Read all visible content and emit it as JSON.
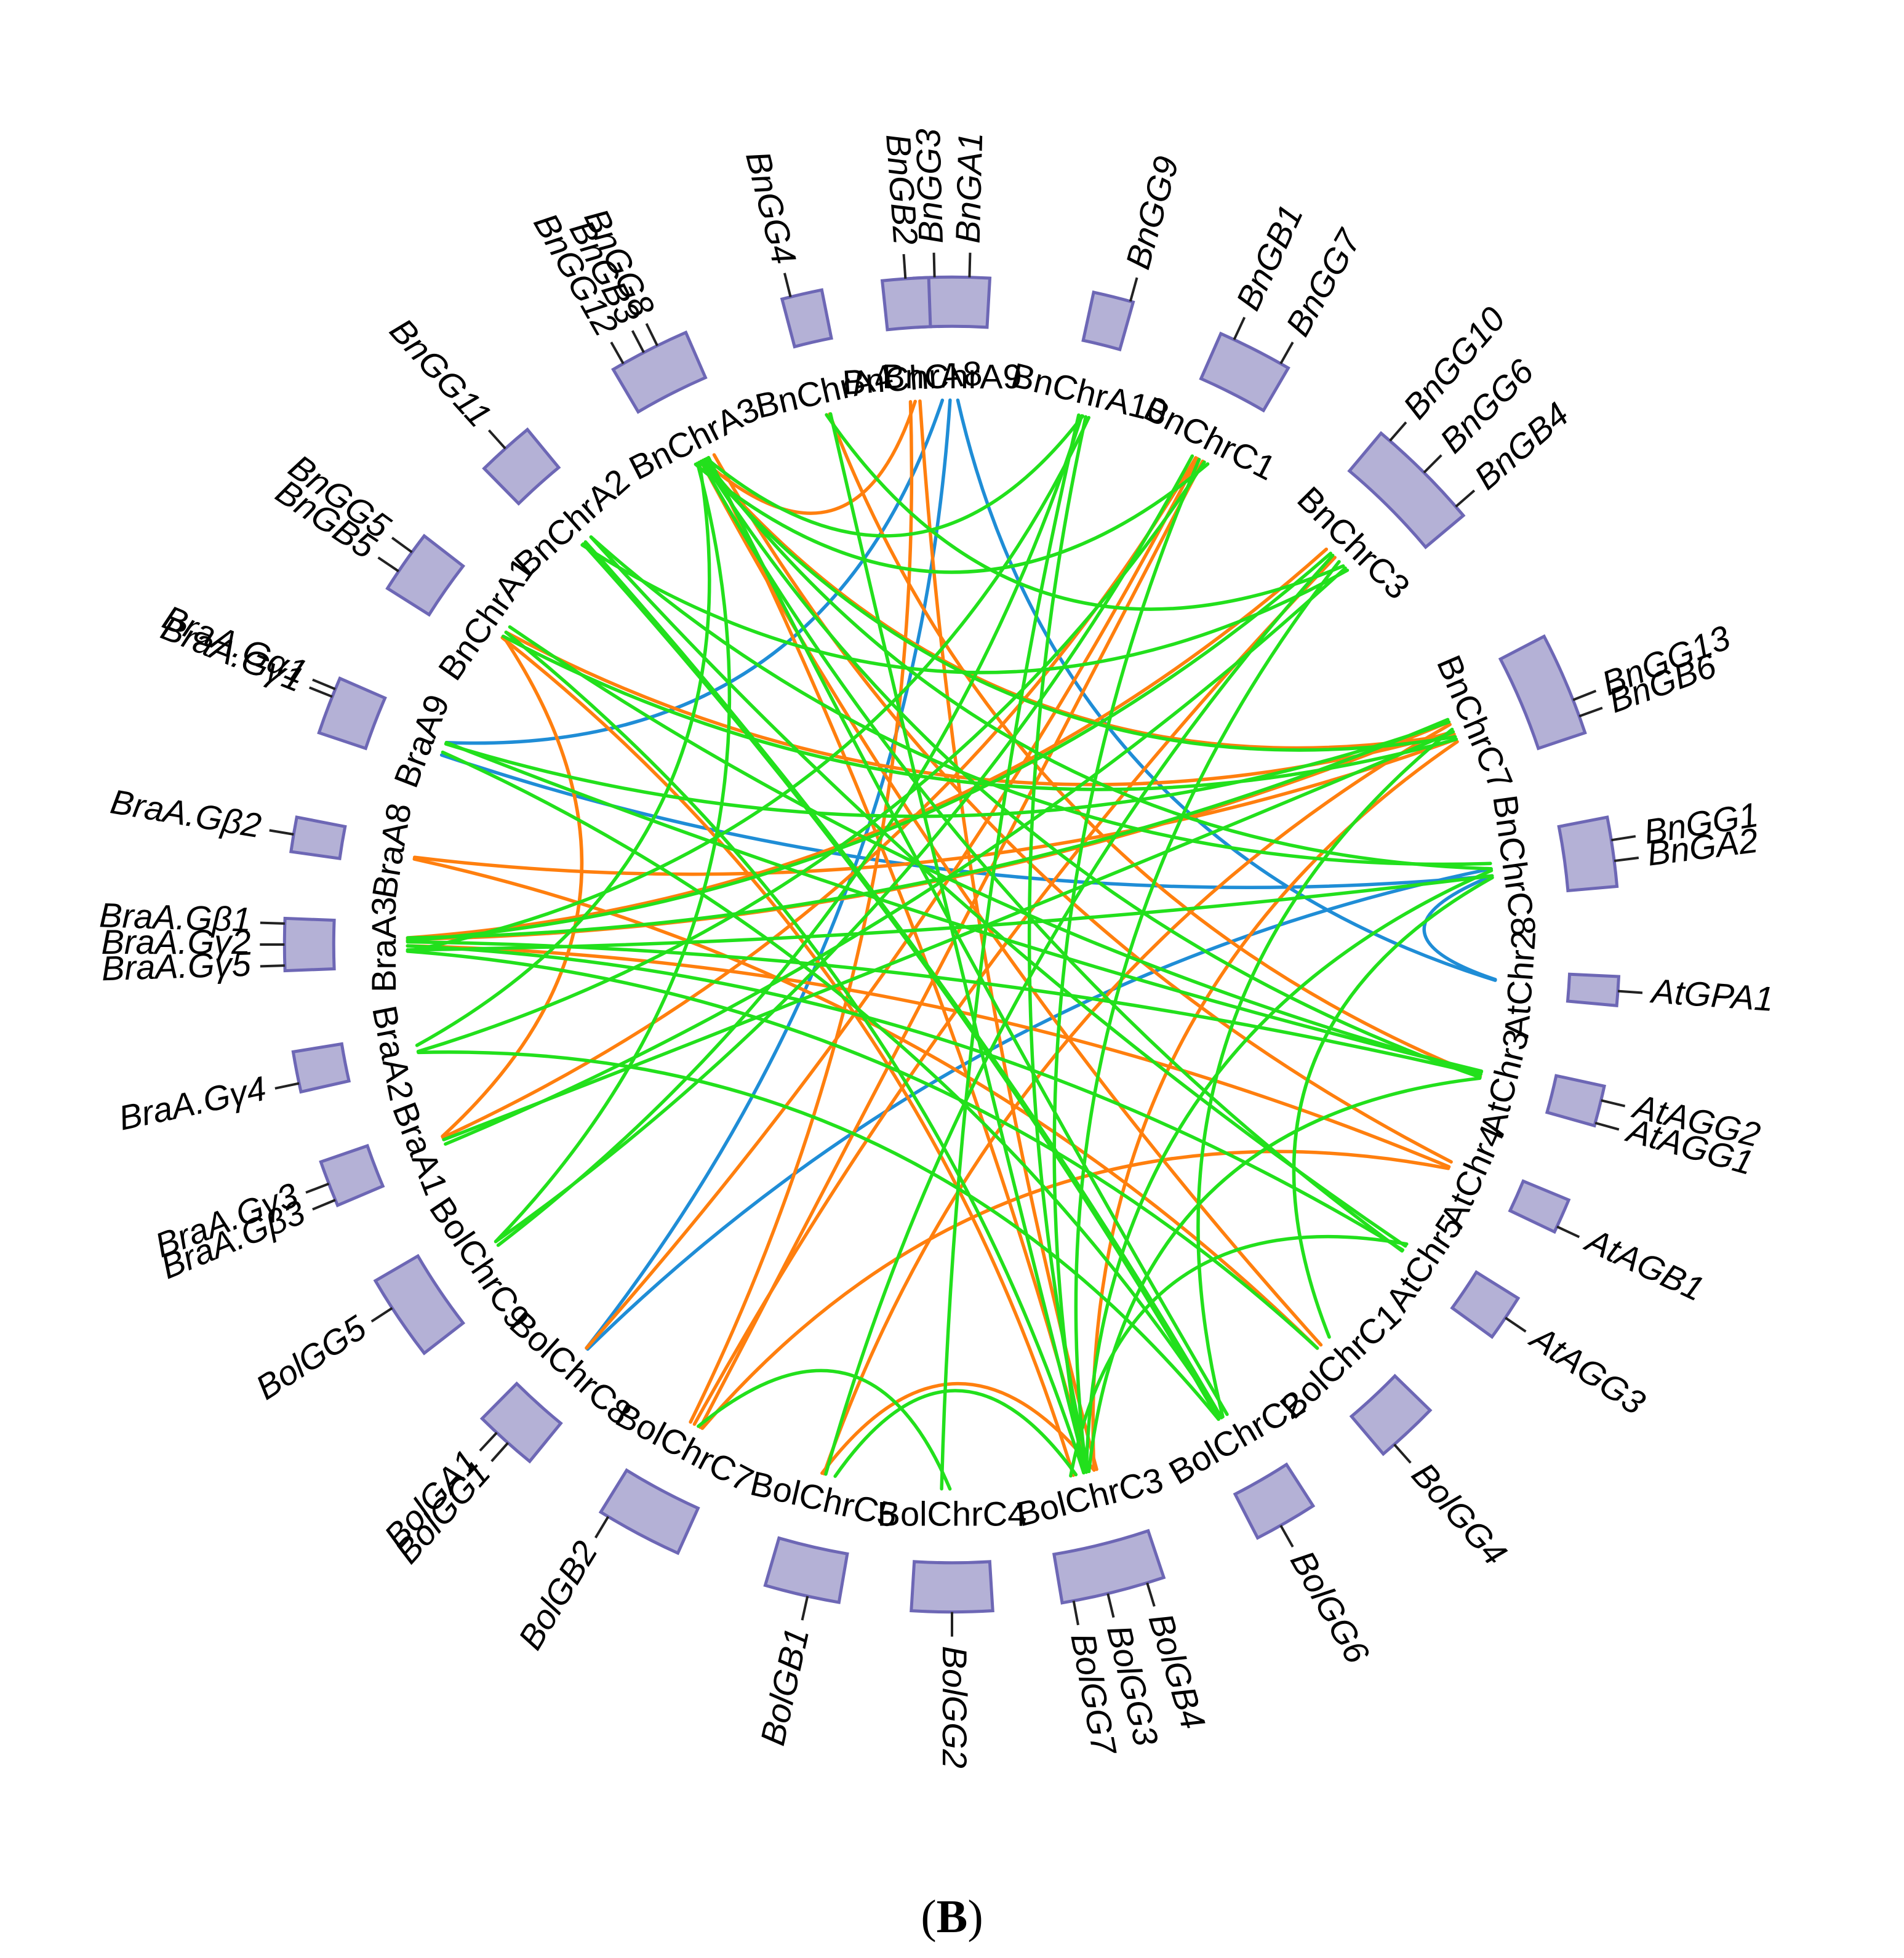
{
  "panel_label": {
    "open": "(",
    "letter": "B",
    "close": ")"
  },
  "colors": {
    "green": "#22e01c",
    "orange": "#ff7f0e",
    "blue": "#1f8dd6",
    "box": "#b4b1d6",
    "box_stroke": "#6d67b5"
  },
  "chromosomes": [
    {
      "id": "BnChrA9",
      "label": "BnChrA9",
      "angle": 0,
      "span": 6.5,
      "genes": [
        {
          "name": "BnGG3",
          "off": -1.5
        },
        {
          "name": "BnGA1",
          "off": 1.5
        }
      ]
    },
    {
      "id": "BnChrA10",
      "label": "BnChrA10",
      "angle": 14,
      "span": 3.5,
      "genes": [
        {
          "name": "BnGG9",
          "off": 1.5
        }
      ]
    },
    {
      "id": "BnChrC1",
      "label": "BnChrC1",
      "angle": 27,
      "span": 6.5,
      "genes": [
        {
          "name": "BnGB1",
          "off": -2
        },
        {
          "name": "BnGG7",
          "off": 2.5
        }
      ]
    },
    {
      "id": "BnChrC3",
      "label": "BnChrC3",
      "angle": 45,
      "span": 10,
      "genes": [
        {
          "name": "BnGG10",
          "off": -4
        },
        {
          "name": "BnGG6",
          "off": 0
        },
        {
          "name": "BnGB4",
          "off": 4
        }
      ]
    },
    {
      "id": "BnChrC7",
      "label": "BnChrC7",
      "angle": 67,
      "span": 9,
      "genes": [
        {
          "name": "BnGG13",
          "off": 1.5
        },
        {
          "name": "BnGB6",
          "off": 3
        }
      ]
    },
    {
      "id": "BnChrC8",
      "label": "BnChrC8",
      "angle": 82,
      "span": 6,
      "genes": [
        {
          "name": "BnGG1",
          "off": -1
        },
        {
          "name": "BnGA2",
          "off": 0.8
        }
      ]
    },
    {
      "id": "AtChr2",
      "label": "AtChr2",
      "angle": 94,
      "span": 2.5,
      "genes": [
        {
          "name": "AtGPA1",
          "off": 0
        }
      ]
    },
    {
      "id": "AtChr3",
      "label": "AtChr3",
      "angle": 104,
      "span": 3.5,
      "genes": [
        {
          "name": "AtAGG2",
          "off": -0.5
        },
        {
          "name": "AtAGG1",
          "off": 1.5
        }
      ]
    },
    {
      "id": "AtChr4",
      "label": "AtChr4",
      "angle": 114,
      "span": 3,
      "genes": [
        {
          "name": "AtAGB1",
          "off": 1
        }
      ]
    },
    {
      "id": "AtChr5",
      "label": "AtChr5",
      "angle": 124,
      "span": 4,
      "genes": [
        {
          "name": "AtAGG3",
          "off": 0
        }
      ]
    },
    {
      "id": "BolChrC1",
      "label": "BolChrC1",
      "angle": 137,
      "span": 5.5,
      "genes": [
        {
          "name": "BolGG4",
          "off": 1.5
        }
      ]
    },
    {
      "id": "BolChrC2",
      "label": "BolChrC2",
      "angle": 150,
      "span": 5.5,
      "genes": [
        {
          "name": "BolGG6",
          "off": 0.5
        }
      ]
    },
    {
      "id": "BolChrC3",
      "label": "BolChrC3",
      "angle": 166,
      "span": 9,
      "genes": [
        {
          "name": "BolGB4",
          "off": -3
        },
        {
          "name": "BolGG3",
          "off": 0.5
        },
        {
          "name": "BolGG7",
          "off": 3.5
        }
      ]
    },
    {
      "id": "BolChrC4",
      "label": "BolChrC4",
      "angle": 180,
      "span": 7,
      "genes": [
        {
          "name": "BolGG2",
          "off": 0
        }
      ]
    },
    {
      "id": "BolChrC5",
      "label": "BolChrC5",
      "angle": 193,
      "span": 6.5,
      "genes": [
        {
          "name": "BolGB1",
          "off": -0.5
        }
      ]
    },
    {
      "id": "BolChrC7",
      "label": "BolChrC7",
      "angle": 208,
      "span": 7.5,
      "genes": [
        {
          "name": "BolGB2",
          "off": 3
        }
      ]
    },
    {
      "id": "BolChrC8",
      "label": "BolChrC8",
      "angle": 222,
      "span": 5.5,
      "genes": [
        {
          "name": "BolGA1",
          "off": 1
        },
        {
          "name": "BolGG1",
          "off": -0.3
        }
      ]
    },
    {
      "id": "BolChrC9",
      "label": "BolChrC9",
      "angle": 236,
      "span": 7.5,
      "genes": [
        {
          "name": "BolGG5",
          "off": 1
        }
      ]
    },
    {
      "id": "BraA1",
      "label": "BraA1",
      "angle": 249,
      "span": 4,
      "genes": [
        {
          "name": "BraA.Gγ3",
          "off": 0
        },
        {
          "name": "BraA.Gβ3",
          "off": -1.5
        }
      ]
    },
    {
      "id": "BraA2",
      "label": "BraA2",
      "angle": 259,
      "span": 3.5,
      "genes": [
        {
          "name": "BraA.Gγ4",
          "off": -1
        }
      ]
    },
    {
      "id": "BraA3",
      "label": "BraA3",
      "angle": 270,
      "span": 4.5,
      "genes": [
        {
          "name": "BraA.Gβ1",
          "off": 1.8
        },
        {
          "name": "BraA.Gγ2",
          "off": 0
        },
        {
          "name": "BraA.Gγ5",
          "off": -1.8
        }
      ]
    },
    {
      "id": "BraA8",
      "label": "BraA8",
      "angle": 279.5,
      "span": 3,
      "genes": [
        {
          "name": "BraA.Gβ2",
          "off": 0
        }
      ]
    },
    {
      "id": "BraA9",
      "label": "BraA9",
      "angle": 291,
      "span": 5,
      "genes": [
        {
          "name": "BraA.Gα1",
          "off": 1.5
        },
        {
          "name": "BraA.Gγ1",
          "off": 0.8
        }
      ]
    },
    {
      "id": "BnChrA1",
      "label": "BnChrA1",
      "angle": 305,
      "span": 5.5,
      "genes": [
        {
          "name": "BnGG5",
          "off": 1
        },
        {
          "name": "BnGB5",
          "off": -1
        }
      ]
    },
    {
      "id": "BnChrA2",
      "label": "BnChrA2",
      "angle": 318,
      "span": 5,
      "genes": [
        {
          "name": "BnGG11",
          "off": 0
        }
      ]
    },
    {
      "id": "BnChrA3",
      "label": "BnChrA3",
      "angle": 333,
      "span": 7,
      "genes": [
        {
          "name": "BnGG12",
          "off": -2.5
        },
        {
          "name": "BnGB3",
          "off": -0.5
        },
        {
          "name": "BnGG8",
          "off": 0.8
        }
      ]
    },
    {
      "id": "BnChrA4",
      "label": "BnChrA4",
      "angle": 347,
      "span": 3.5,
      "genes": [
        {
          "name": "BnGG4",
          "off": -1
        }
      ]
    },
    {
      "id": "BnChrA8",
      "label": "BnChrA8",
      "angle": 356,
      "span": 4,
      "genes": [
        {
          "name": "BnGB2",
          "off": 0
        }
      ]
    }
  ],
  "links": [
    {
      "from": "BnChrA9",
      "to": "BraA9",
      "color": "blue"
    },
    {
      "from": "BnChrA9",
      "to": "BolChrC8",
      "color": "blue"
    },
    {
      "from": "BnChrA9",
      "to": "AtChr2",
      "color": "blue"
    },
    {
      "from": "BraA9",
      "to": "BnChrC8",
      "color": "blue"
    },
    {
      "from": "BnChrC8",
      "to": "BolChrC8",
      "color": "blue"
    },
    {
      "from": "BnChrC8",
      "to": "AtChr2",
      "color": "blue"
    },
    {
      "from": "BnChrA8",
      "to": "BolChrC7",
      "color": "orange"
    },
    {
      "from": "BnChrA8",
      "to": "BnChrA3",
      "color": "orange"
    },
    {
      "from": "BnChrA8",
      "to": "BolChrC3",
      "color": "orange"
    },
    {
      "from": "BnChrC1",
      "to": "BraA1",
      "color": "orange"
    },
    {
      "from": "BnChrC1",
      "to": "BolChrC7",
      "color": "orange"
    },
    {
      "from": "BnChrC3",
      "to": "BraA3",
      "color": "orange"
    },
    {
      "from": "BnChrC3",
      "to": "BolChrC7",
      "color": "orange"
    },
    {
      "from": "BnChrC7",
      "to": "BraA8",
      "color": "orange"
    },
    {
      "from": "BnChrC7",
      "to": "BraA3",
      "color": "orange"
    },
    {
      "from": "BnChrC7",
      "to": "BnChrA1",
      "color": "orange"
    },
    {
      "from": "BnChrC7",
      "to": "BolChrC3",
      "color": "orange"
    },
    {
      "from": "BnChrC7",
      "to": "BolChrC5",
      "color": "orange"
    },
    {
      "from": "BnChrC7",
      "to": "BnChrA3",
      "color": "orange"
    },
    {
      "from": "BnChrA3",
      "to": "AtChr4",
      "color": "orange"
    },
    {
      "from": "BnChrA3",
      "to": "BolChrC1",
      "color": "orange"
    },
    {
      "from": "BnChrA3",
      "to": "BolChrC3",
      "color": "orange"
    },
    {
      "from": "BraA8",
      "to": "BolChrC1",
      "color": "orange"
    },
    {
      "from": "BraA3",
      "to": "AtChr4",
      "color": "orange"
    },
    {
      "from": "BraA1",
      "to": "BnChrA1",
      "color": "orange"
    },
    {
      "from": "BnChrA1",
      "to": "BolChrC3",
      "color": "orange"
    },
    {
      "from": "BnChrA4",
      "to": "AtChr3",
      "color": "orange"
    },
    {
      "from": "BolChrC5",
      "to": "BolChrC3",
      "color": "orange"
    },
    {
      "from": "BolChrC7",
      "to": "AtChr4",
      "color": "orange"
    },
    {
      "from": "BolChrC8",
      "to": "BnChrC1",
      "color": "orange"
    },
    {
      "from": "BnChrA10",
      "to": "BraA3",
      "color": "green"
    },
    {
      "from": "BnChrA10",
      "to": "BolChrC9",
      "color": "green"
    },
    {
      "from": "BnChrA10",
      "to": "BolChrC3",
      "color": "green"
    },
    {
      "from": "BnChrA10",
      "to": "BolChrC4",
      "color": "green"
    },
    {
      "from": "BnChrA10",
      "to": "BnChrA3",
      "color": "green"
    },
    {
      "from": "BnChrC1",
      "to": "BraA2",
      "color": "green"
    },
    {
      "from": "BnChrC1",
      "to": "BolChrC9",
      "color": "green"
    },
    {
      "from": "BnChrC1",
      "to": "BolChrC3",
      "color": "green"
    },
    {
      "from": "BnChrC3",
      "to": "BraA1",
      "color": "green"
    },
    {
      "from": "BnChrC3",
      "to": "BraA3",
      "color": "green"
    },
    {
      "from": "BnChrC3",
      "to": "BolChrC3",
      "color": "green"
    },
    {
      "from": "BnChrC3",
      "to": "BnChrA2",
      "color": "green"
    },
    {
      "from": "BnChrC3",
      "to": "BolChrC5",
      "color": "green"
    },
    {
      "from": "BnChrC7",
      "to": "BnChrA3",
      "color": "green"
    },
    {
      "from": "BnChrC7",
      "to": "BraA3",
      "color": "green"
    },
    {
      "from": "BnChrC7",
      "to": "BolChrC2",
      "color": "green"
    },
    {
      "from": "BnChrC7",
      "to": "BnChrA1",
      "color": "green"
    },
    {
      "from": "BnChrC7",
      "to": "BraA9",
      "color": "green"
    },
    {
      "from": "BnChrC8",
      "to": "BnChrA3",
      "color": "green"
    },
    {
      "from": "BnChrC8",
      "to": "BraA3",
      "color": "green"
    },
    {
      "from": "BnChrC8",
      "to": "BnChrA2",
      "color": "green"
    },
    {
      "from": "BnChrC8",
      "to": "BolChrC3",
      "color": "green"
    },
    {
      "from": "BnChrC8",
      "to": "BolChrC1",
      "color": "green"
    },
    {
      "from": "BnChrA3",
      "to": "AtChr5",
      "color": "green"
    },
    {
      "from": "BnChrA3",
      "to": "BolChrC2",
      "color": "green"
    },
    {
      "from": "BnChrA3",
      "to": "BnChrC1",
      "color": "green"
    },
    {
      "from": "BnChrA3",
      "to": "AtChr3",
      "color": "green"
    },
    {
      "from": "BnChrA2",
      "to": "AtChr5",
      "color": "green"
    },
    {
      "from": "BnChrA2",
      "to": "BolChrC2",
      "color": "green"
    },
    {
      "from": "BnChrA1",
      "to": "BolChrC3",
      "color": "green"
    },
    {
      "from": "BnChrA1",
      "to": "AtChr3",
      "color": "green"
    },
    {
      "from": "BnChrA4",
      "to": "BnChrC3",
      "color": "green"
    },
    {
      "from": "BnChrA4",
      "to": "BolChrC3",
      "color": "green"
    },
    {
      "from": "BraA9",
      "to": "AtChr3",
      "color": "green"
    },
    {
      "from": "BraA9",
      "to": "BolChrC2",
      "color": "green"
    },
    {
      "from": "BraA3",
      "to": "AtChr3",
      "color": "green"
    },
    {
      "from": "BraA3",
      "to": "BolChrC1",
      "color": "green"
    },
    {
      "from": "BraA3",
      "to": "AtChr5",
      "color": "green"
    },
    {
      "from": "BraA2",
      "to": "BnChrA3",
      "color": "green"
    },
    {
      "from": "BraA2",
      "to": "BolChrC2",
      "color": "green"
    },
    {
      "from": "BraA1",
      "to": "BnChrC7",
      "color": "green"
    },
    {
      "from": "BolChrC9",
      "to": "BnChrA3",
      "color": "green"
    },
    {
      "from": "BolChrC5",
      "to": "BolChrC3",
      "color": "green"
    },
    {
      "from": "BolChrC4",
      "to": "BolChrC7",
      "color": "green"
    },
    {
      "from": "BolChrC3",
      "to": "AtChr5",
      "color": "green"
    },
    {
      "from": "BolChrC3",
      "to": "AtChr3",
      "color": "green"
    },
    {
      "from": "BolChrC2",
      "to": "BnChrA2",
      "color": "green"
    }
  ]
}
